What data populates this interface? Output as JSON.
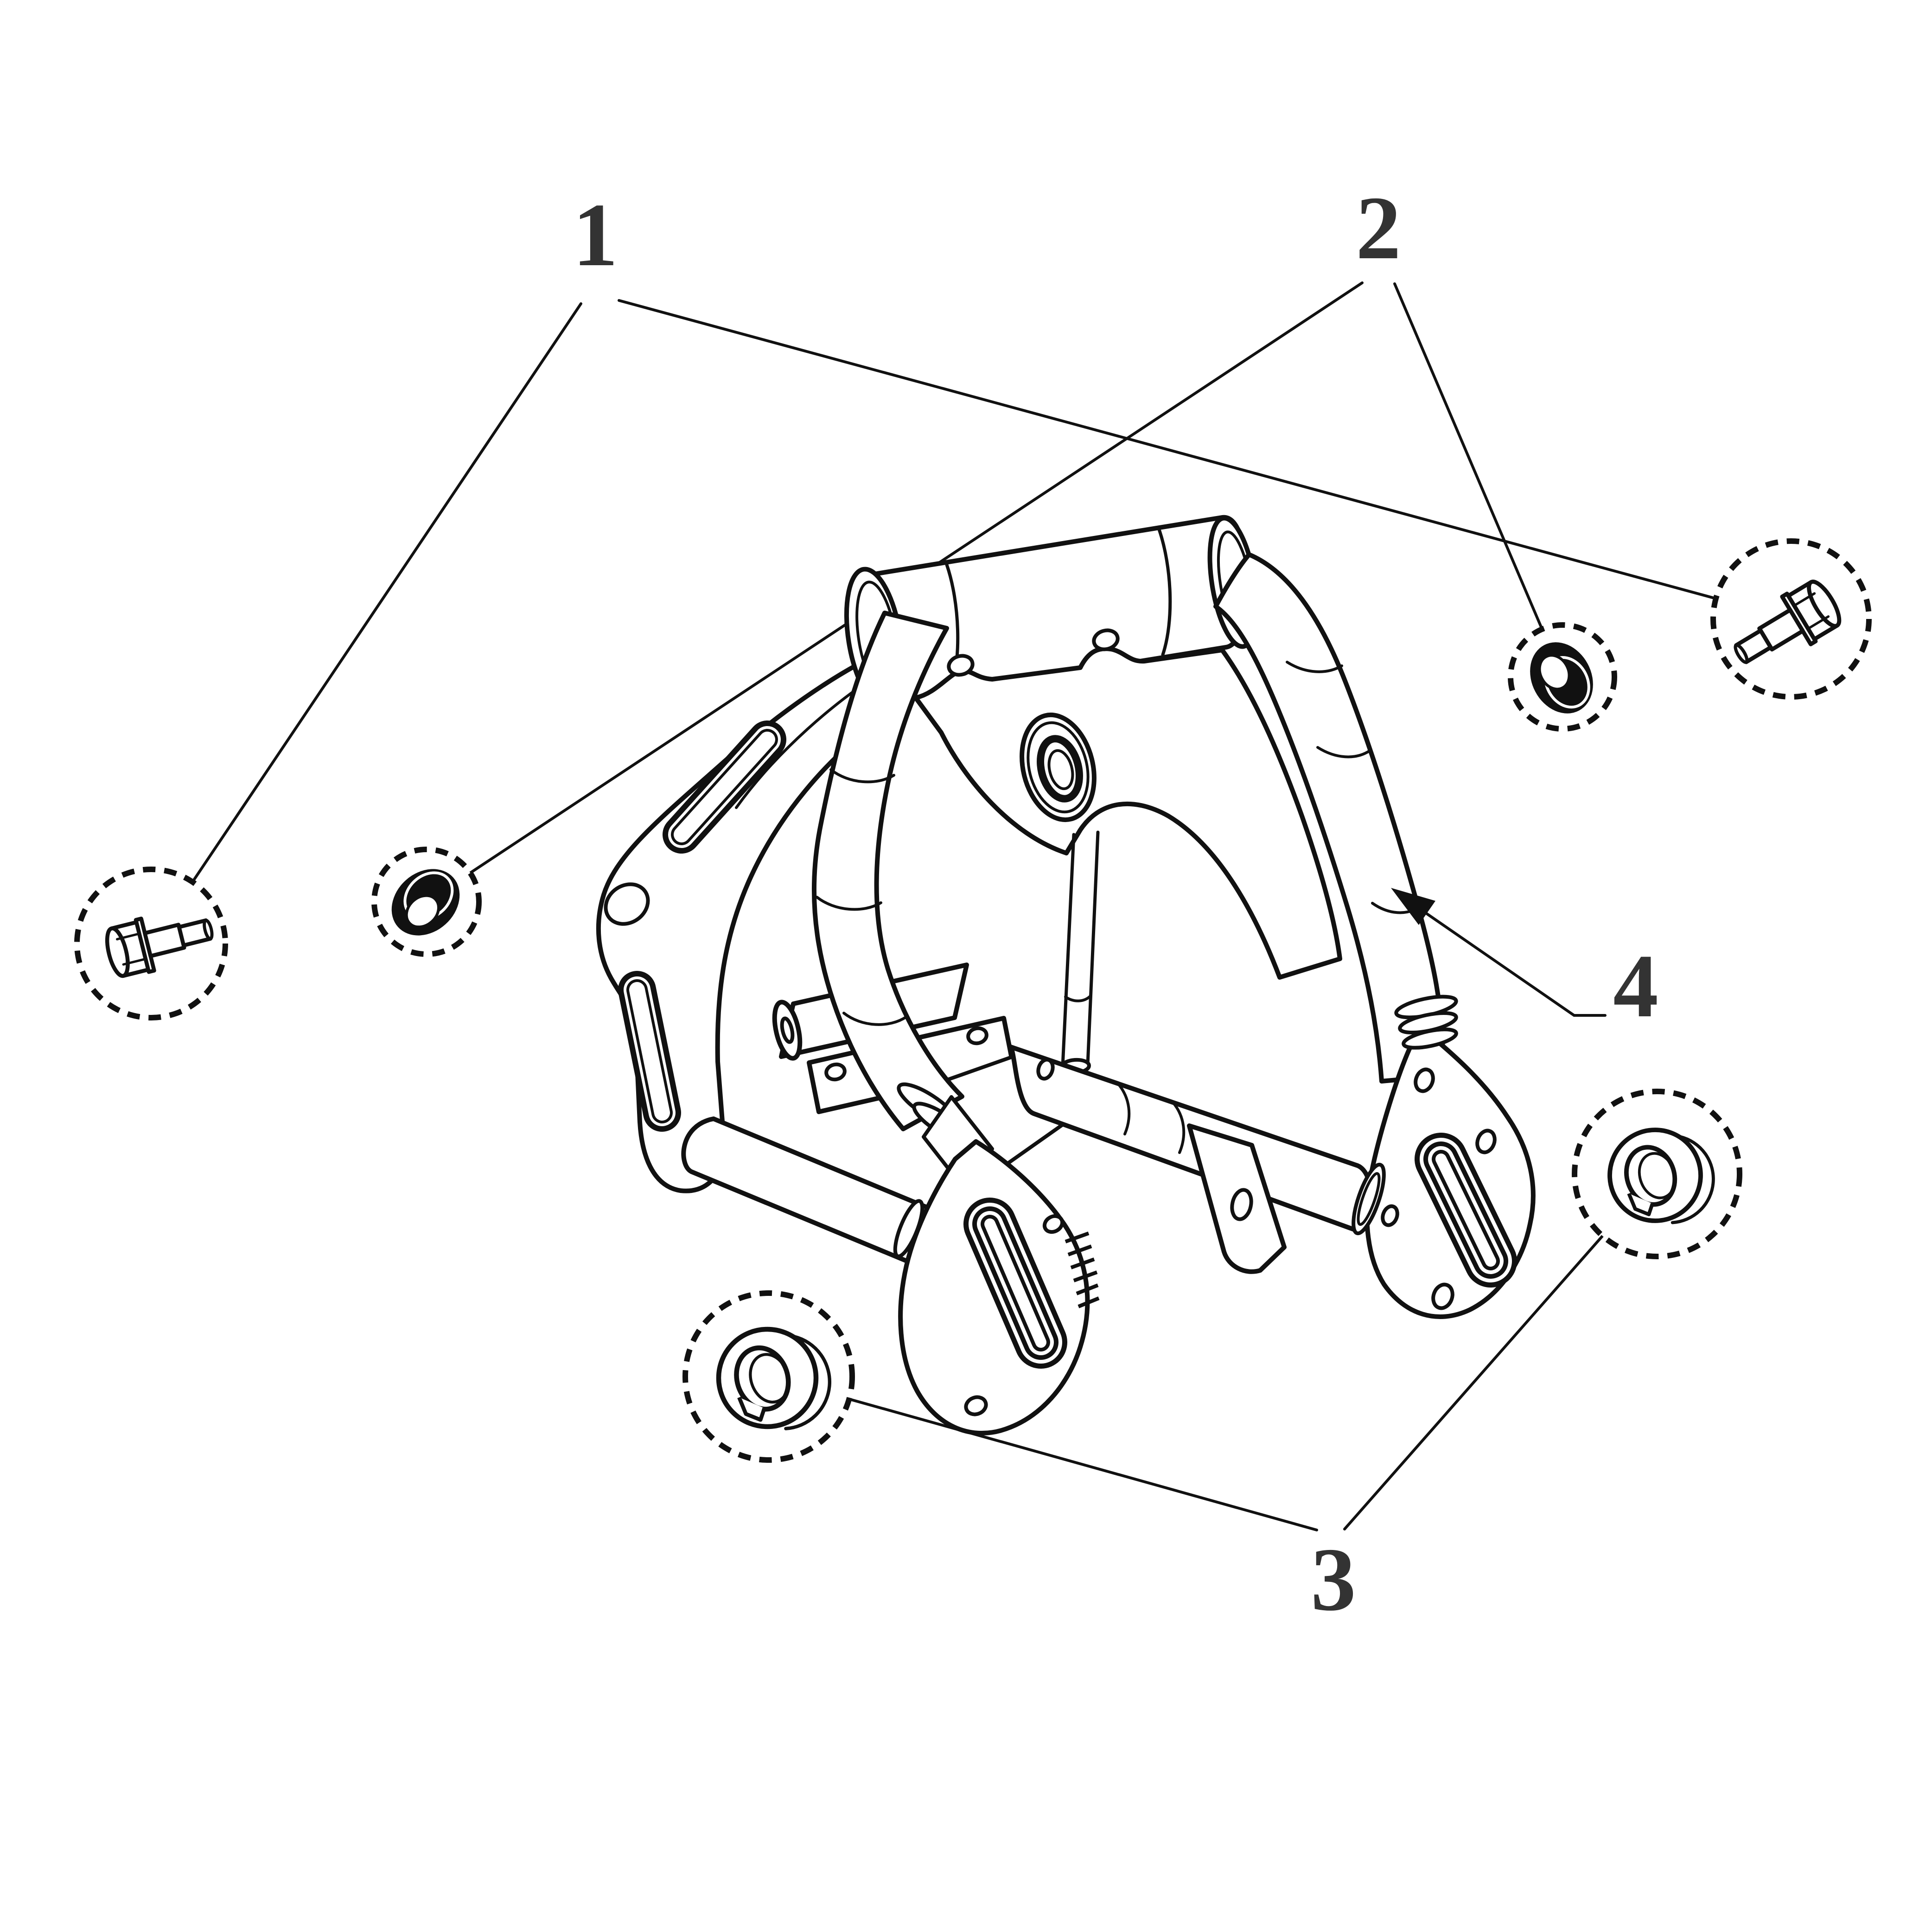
{
  "page": {
    "background": "#ffffff",
    "line_color": "#111111",
    "number_color": "#333333"
  },
  "figure_type": "exploded-parts-diagram",
  "callout_numbers": [
    {
      "text": "1"
    },
    {
      "text": "2"
    },
    {
      "text": "3"
    },
    {
      "text": "4"
    }
  ],
  "parts": [
    {
      "number": "1",
      "icon": "hex-flange-bolt-icon",
      "detail_circles": 2
    },
    {
      "number": "2",
      "icon": "washer-icon",
      "detail_circles": 2
    },
    {
      "number": "3",
      "icon": "keyed-spacer-nut-icon",
      "detail_circles": 2
    },
    {
      "number": "4",
      "icon": "swingarm-arm-arrow",
      "detail_circles": 0
    }
  ]
}
